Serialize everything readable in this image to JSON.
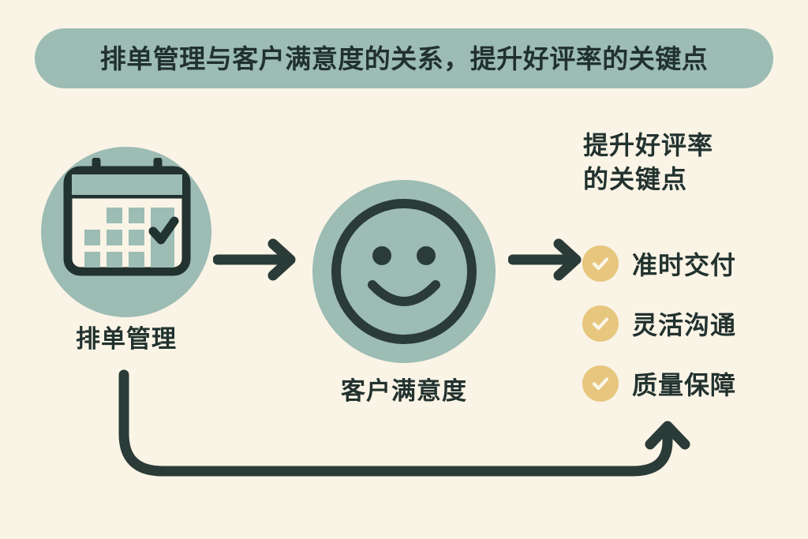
{
  "canvas": {
    "background_color": "#faf4e6",
    "sage_color": "#9cbcb4",
    "dark_color": "#22322f",
    "gold_color": "#e7c67e",
    "cream_color": "#faf4e6"
  },
  "title": {
    "text": "排单管理与客户满意度的关系，提升好评率的关键点"
  },
  "flow": {
    "nodes": [
      {
        "id": "scheduling",
        "label": "排单管理",
        "icon": "calendar-check-icon"
      },
      {
        "id": "satisfaction",
        "label": "客户满意度",
        "icon": "smiley-face-icon"
      }
    ],
    "arrows": [
      {
        "id": "arrow-1",
        "icon": "arrow-right-icon"
      },
      {
        "id": "arrow-2",
        "icon": "arrow-right-icon"
      },
      {
        "id": "feedback-loop",
        "icon": "curved-feedback-arrow-icon"
      }
    ]
  },
  "right_panel": {
    "heading_line_1": "提升好评率",
    "heading_line_2": "的关键点",
    "items": [
      {
        "label": "准时交付",
        "icon": "check-circle-icon"
      },
      {
        "label": "灵活沟通",
        "icon": "check-circle-icon"
      },
      {
        "label": "质量保障",
        "icon": "check-circle-icon"
      }
    ]
  }
}
